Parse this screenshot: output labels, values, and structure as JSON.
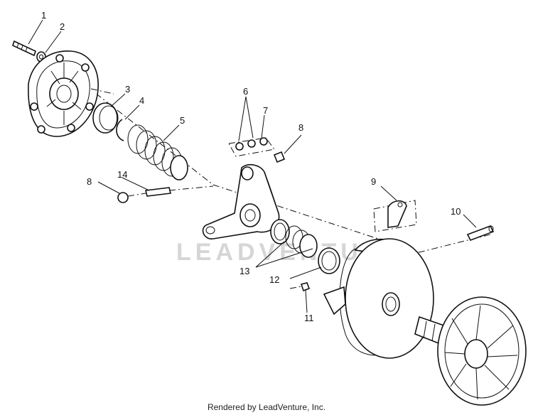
{
  "watermark": "LEADVENTURE",
  "footer_text": "Rendered by LeadVenture, Inc.",
  "callouts": [
    "1",
    "2",
    "3",
    "4",
    "5",
    "6",
    "7",
    "8",
    "8",
    "9",
    "10",
    "11",
    "12",
    "13",
    "14"
  ]
}
